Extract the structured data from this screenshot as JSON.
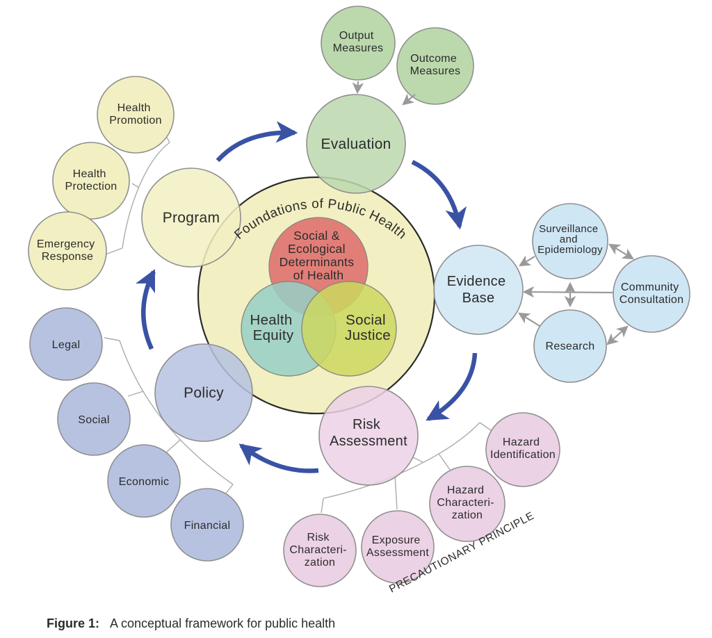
{
  "figure": {
    "caption_label": "Figure 1:",
    "caption_text": "A conceptual framework for public health"
  },
  "foundation": {
    "ring_label": "Foundations of Public Health"
  },
  "core": {
    "determinants": [
      "Social &",
      "Ecological",
      "Determinants",
      "of Health"
    ],
    "health_equity": [
      "Health",
      "Equity"
    ],
    "social_justice": [
      "Social",
      "Justice"
    ]
  },
  "cycle": {
    "evaluation": "Evaluation",
    "evidence_base": [
      "Evidence",
      "Base"
    ],
    "risk_assessment": [
      "Risk",
      "Assessment"
    ],
    "policy": "Policy",
    "program": "Program"
  },
  "evaluation_measures": {
    "output": [
      "Output",
      "Measures"
    ],
    "outcome": [
      "Outcome",
      "Measures"
    ]
  },
  "program_functions": {
    "health_promotion": [
      "Health",
      "Promotion"
    ],
    "health_protection": [
      "Health",
      "Protection"
    ],
    "emergency_response": [
      "Emergency",
      "Response"
    ]
  },
  "policy_dimensions": {
    "legal": "Legal",
    "social": "Social",
    "economic": "Economic",
    "financial": "Financial"
  },
  "evidence_sources": {
    "surveillance": [
      "Surveillance",
      "and",
      "Epidemiology"
    ],
    "community_consultation": [
      "Community",
      "Consultation"
    ],
    "research": "Research"
  },
  "risk_analysis": {
    "hazard_identification": [
      "Hazard",
      "Identification"
    ],
    "hazard_characterization": [
      "Hazard",
      "Characteri-",
      "zation"
    ],
    "exposure_assessment": [
      "Exposure",
      "Assessment"
    ],
    "risk_characterization": [
      "Risk",
      "Characteri-",
      "zation"
    ],
    "principle": "PRECAUTIONARY PRINCIPLE"
  },
  "colors": {
    "cream": "#f2f0c2",
    "green": "#bcd9ad",
    "light_blue": "#cfe6f5",
    "pink": "#ecd2e5",
    "periwinkle": "#b7c2e1",
    "red": "#de6a6b",
    "teal": "#97cfc5",
    "yellow_green": "#cdd75f",
    "arrow_blue": "#3a52a4",
    "connector_gray": "#9a9a9a"
  }
}
